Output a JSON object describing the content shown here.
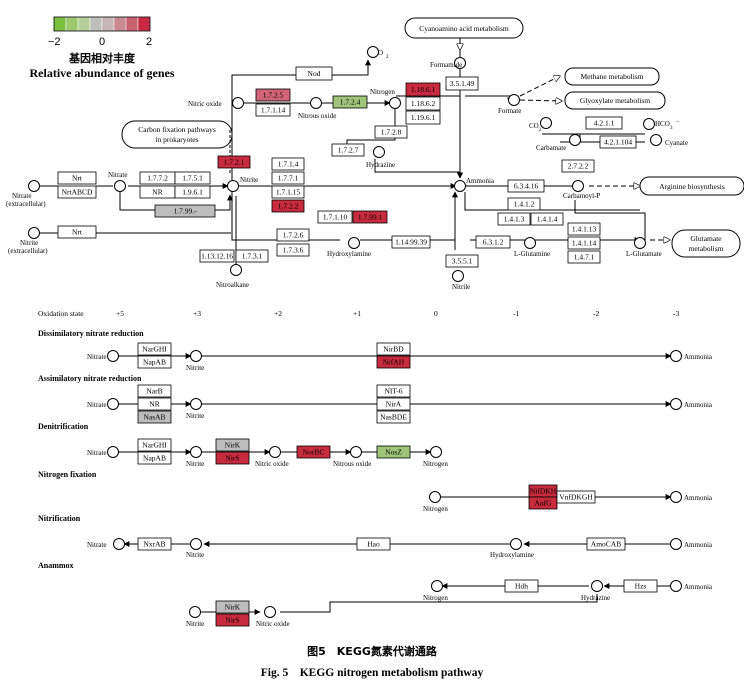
{
  "legend": {
    "ticks": [
      "−2",
      "0",
      "2"
    ],
    "title_cn": "基因相对丰度",
    "title_en": "Relative abundance of genes",
    "colors": [
      "#7bbf3f",
      "#9cc86f",
      "#b6cf98",
      "#bfbfbf",
      "#c8b3b6",
      "#c98a92",
      "#c9616f",
      "#c82a43"
    ]
  },
  "colors": {
    "red": "#c82a3e",
    "pink": "#d36478",
    "green": "#9fc57a",
    "gray": "#bdbdbd",
    "white": "#ffffff"
  },
  "caption": {
    "cn": "图5　KEGG氮素代谢通路",
    "en": "Fig. 5　KEGG nitrogen metabolism pathway"
  },
  "top": {
    "ellipses": {
      "cyanoamino": "Cyanoamino acid metabolism",
      "carbon": [
        "Carbon fixation pathways",
        "in prokaryotes"
      ],
      "methane": "Methane metabolism",
      "glyoxylate": "Glyoxylate metabolism",
      "arginine": "Arginine biosynthesis",
      "glutamate": [
        "Glutamate",
        "metabolism"
      ]
    },
    "compounds": {
      "o2": "O",
      "o2_sub": "2",
      "formamide": "Formamide",
      "nitrogen": "Nitrogen",
      "nitric_oxide": "Nitric oxide",
      "nitrous_oxide": "Nitrous oxide",
      "formate": "Formate",
      "co2": "CO",
      "co2_sub": "2",
      "hco3": "HCO",
      "hco3_sub": "3",
      "hco3_sup": "−",
      "carbamate": "Carbamate",
      "cyanate": "Cyanate",
      "hydrazine": "Hydrazine",
      "nitrate": "Nitrate",
      "nitrite": "Nitrite",
      "nitrate_ext": [
        "Nitrate",
        "(extracellular)"
      ],
      "nitrite_ext": [
        "Nitrite",
        "(extracellular)"
      ],
      "ammonia": "Ammonia",
      "carbamoyl": "Carbamoyl-P",
      "hydroxylamine": "Hydroxylamine",
      "lglutamine": "L-Glutamine",
      "lglutamate": "L-Glutamate",
      "nitroalkane": "Nitroalkane",
      "nitrile": "Nitrile"
    },
    "enzymes": {
      "nod": "Nod",
      "e3_5_1_49": "3.5.1.49",
      "e1_7_2_5": "1.7.2.5",
      "e1_7_2_4": "1.7.2.4",
      "e1_18_6_1": "1.18.6.1",
      "e1_7_1_14": "1.7.1.14",
      "e1_18_6_2": "1.18.6.2",
      "e1_19_6_1": "1.19.6.1",
      "e4_2_1_1": "4.2.1.1",
      "e4_2_1_104": "4.2.1.104",
      "e1_7_2_8": "1.7.2.8",
      "e1_7_2_7": "1.7.2.7",
      "nrt1": "Nrt",
      "nrtabcd": "NrtABCD",
      "nrt2": "Nrt",
      "e1_7_7_2": "1.7.7.2",
      "e1_7_5_1": "1.7.5.1",
      "nr": "NR",
      "e1_9_6_1": "1.9.6.1",
      "e1_7_99_": "1.7.99.-",
      "e1_7_2_1": "1.7.2.1",
      "e1_7_1_4": "1.7.1.4",
      "e1_7_7_1": "1.7.7.1",
      "e1_7_1_15": "1.7.1.15",
      "e1_7_2_2": "1.7.2.2",
      "e6_3_4_16": "6.3.4.16",
      "e2_7_2_2": "2.7.2.2",
      "e1_4_1_2": "1.4.1.2",
      "e1_4_1_3": "1.4.1.3",
      "e1_4_1_4": "1.4.1.4",
      "e1_7_1_10": "1.7.1.10",
      "e1_7_99_1": "1.7.99.1",
      "e1_7_2_6": "1.7.2.6",
      "e1_7_3_6": "1.7.3.6",
      "e1_13_12_16": "1.13.12.16",
      "e1_7_3_1": "1.7.3.1",
      "e1_14_99_39": "1.14.99.39",
      "e6_3_1_2": "6.3.1.2",
      "e1_4_1_13": "1.4.1.13",
      "e1_4_1_14": "1.4.1.14",
      "e1_4_7_1": "1.4.7.1",
      "e3_5_5_1": "3.5.5.1"
    }
  },
  "oxidation": {
    "label": "Oxidation state",
    "states": [
      "+5",
      "+3",
      "+2",
      "+1",
      "0",
      "-1",
      "-2",
      "-3"
    ]
  },
  "modules": {
    "dissim": {
      "title": "Dissimilatory nitrate reduction",
      "nitrate": "Nitrate",
      "nitrite": "Nitrite",
      "ammonia": "Ammonia",
      "e1a": "NarGHI",
      "e1b": "NapAB",
      "e2a": "NirBD",
      "e2b": "NrfAH"
    },
    "assim": {
      "title": "Assimilatory nitrate reduction",
      "nitrate": "Nitrate",
      "nitrite": "Nitrite",
      "ammonia": "Ammonia",
      "e1a": "NarB",
      "e1b": "NR",
      "e1c": "NasAB",
      "e2a": "NIT-6",
      "e2b": "NirA",
      "e2c": "NasBDE"
    },
    "denit": {
      "title": "Denitrification",
      "nitrate": "Nitrate",
      "nitrite": "Nitrite",
      "nitric_oxide": "Nitric oxide",
      "nitrous_oxide": "Nitrous oxide",
      "nitrogen": "Nitrogen",
      "e1a": "NarGHI",
      "e1b": "NapAB",
      "e2a": "NirK",
      "e2b": "NirS",
      "e3": "NorBC",
      "e4": "NosZ"
    },
    "fix": {
      "title": "Nitrogen fixation",
      "nitrogen": "Nitrogen",
      "ammonia": "Ammonia",
      "e1a": "NifDKH",
      "e1b": "AnfG",
      "e2": "VnfDKGH"
    },
    "nitrif": {
      "title": "Nitrification",
      "nitrate": "Nitrate",
      "nitrite": "Nitrite",
      "hydroxylamine": "Hydroxylamine",
      "ammonia": "Ammonia",
      "e1": "NxrAB",
      "e2": "Hao",
      "e3": "AmoCAB"
    },
    "anammox": {
      "title": "Anammox",
      "nitrogen": "Nitrogen",
      "hydrazine": "Hydrazine",
      "ammonia": "Ammonia",
      "nitrite": "Nitrite",
      "nitric_oxide": "Nitric oxide",
      "e1": "Hdh",
      "e2": "Hzs",
      "e3a": "NirK",
      "e3b": "NirS"
    }
  }
}
